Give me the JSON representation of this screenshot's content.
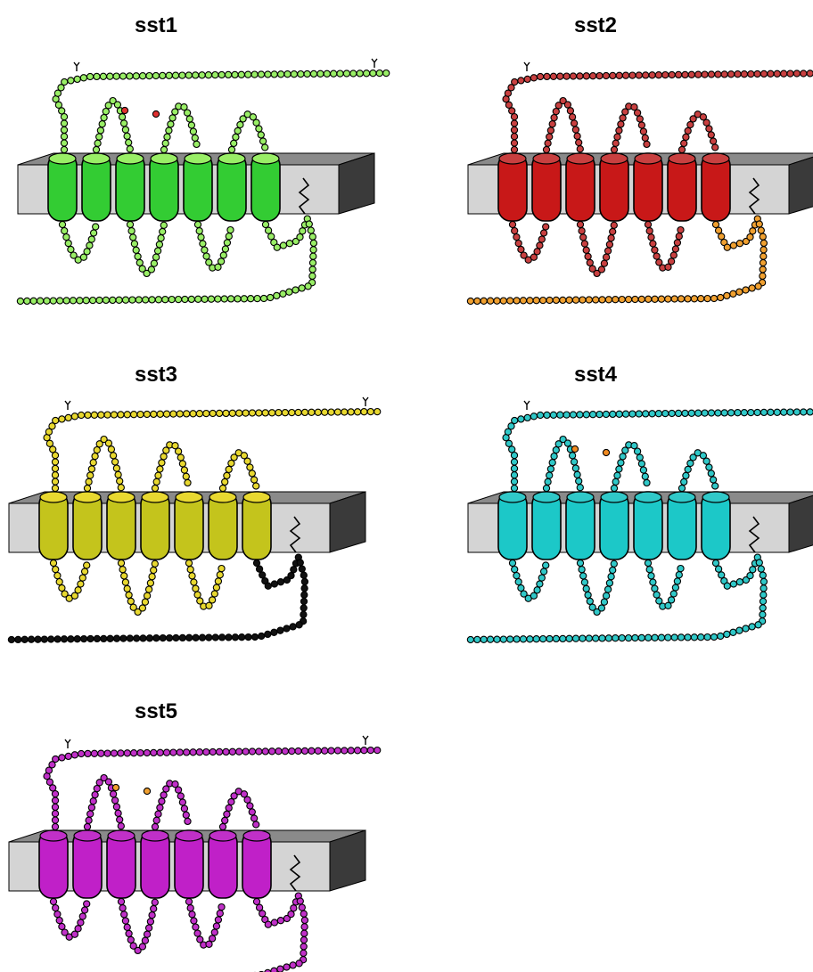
{
  "panels": [
    {
      "id": "sst1",
      "label": "sst1",
      "color": "#33cc33",
      "light": "#99ee66",
      "bead_alt": "#e03030"
    },
    {
      "id": "sst2",
      "label": "sst2",
      "color": "#c81818",
      "light": "#c84040",
      "tail": "#f0a030"
    },
    {
      "id": "sst3",
      "label": "sst3",
      "color": "#c4c41c",
      "light": "#e8d830",
      "tail": "#111111"
    },
    {
      "id": "sst4",
      "label": "sst4",
      "color": "#1cc8c8",
      "light": "#30c8c8",
      "bead_alt": "#f08a20"
    },
    {
      "id": "sst5",
      "label": "sst5",
      "color": "#c020c8",
      "light": "#c030c8",
      "bead_alt": "#f0a030"
    }
  ],
  "membrane": {
    "front": "#d4d4d4",
    "top": "#8a8a8a",
    "side": "#3a3a3a"
  },
  "glycosylation_icon": "y-branch-icon",
  "palmitoyl_icon": "zigzag-icon"
}
